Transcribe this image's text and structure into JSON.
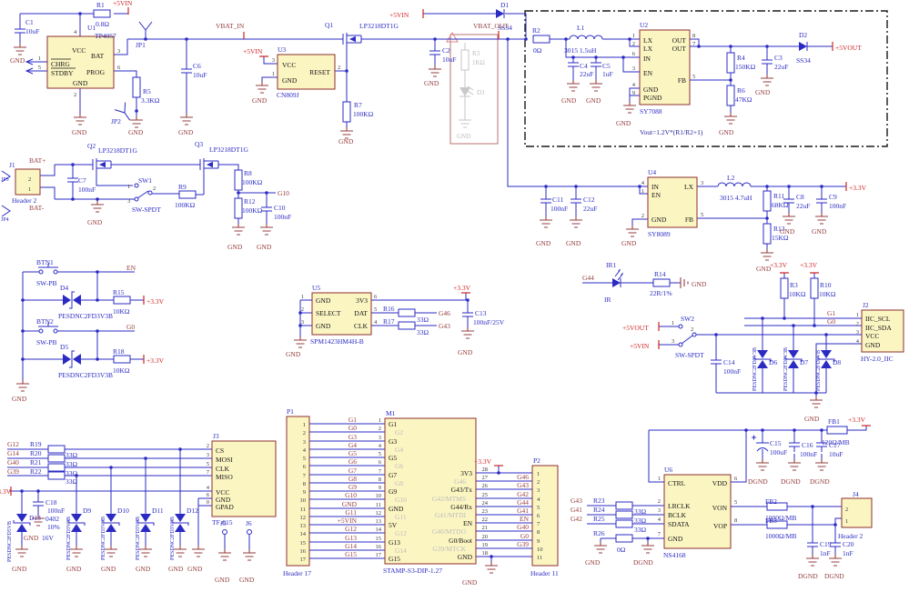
{
  "sym": {
    "gnd": "GND",
    "dgnd": "DGND",
    "v33": "+3.3V",
    "v5in": "+5VIN",
    "v5out": "+5VOUT",
    "tvs33": "PESDNC2FD3V3B",
    "tvs5": "PESDNC2FD5VB",
    "r33": "33Ω",
    "swspdt": "SW-SPDT",
    "swpb": "SW-PB",
    "lp": "LP3218DT1G",
    "k100": "100KΩ",
    "k10": "10KΩ",
    "n100": "100nF",
    "u22": "22uF",
    "u10": "10uF",
    "ss34": "SS34"
  },
  "charger": {
    "c1": "C1",
    "r1": "R1",
    "r1v": "0.8Ω",
    "u1": "U1",
    "u1p": "TP4057",
    "vcc": "VCC",
    "bat": "BAT",
    "prog": "PROG",
    "gnd": "GND",
    "chrg": "CHRG",
    "stdby": "STDBY",
    "p1": "1",
    "p5": "5",
    "p3": "3",
    "p6": "6",
    "p4": "4",
    "p2": "2",
    "jp1": "JP1",
    "jp2": "JP2",
    "r5": "R5",
    "r5v": "3.3KΩ",
    "c6": "C6",
    "vbat_in": "VBAT_IN"
  },
  "reset": {
    "u3": "U3",
    "u3p": "CN809J",
    "vcc": "VCC",
    "gnd": "GND",
    "rst": "RESET",
    "p3": "3",
    "p1": "1",
    "p2": "2",
    "r7": "R7"
  },
  "q1": {
    "ref": "Q1"
  },
  "pass": {
    "d1": "D1",
    "c2": "C2",
    "vbat_out": "VBAT_OUT",
    "r3": "R3",
    "r3v": "1KΩ",
    "d3": "D3"
  },
  "boost": {
    "r2": "R2",
    "r2v": "0Ω",
    "l1": "L1",
    "l1v": "3015 1.5uH",
    "u2": "U2",
    "u2p": "SY7088",
    "lx": "LX",
    "in": "IN",
    "en": "EN",
    "gnd": "GND",
    "pgnd": "PGND",
    "out": "OUT",
    "fb": "FB",
    "p1": "1",
    "p2": "2",
    "p6": "6",
    "p3": "3",
    "p4": "4",
    "p9": "9",
    "p8": "8",
    "p7": "7",
    "p5": "5",
    "c4": "C4",
    "c5": "C5",
    "c5v": "1uF",
    "r4": "R4",
    "r4v": "150KΩ",
    "r6": "R6",
    "r6v": "47KΩ",
    "c3": "C3",
    "d2": "D2",
    "note": "Vout=1.2V*(R1/R2+1)"
  },
  "battery": {
    "j1": "J1",
    "hdr2": "Header 2",
    "p2": "2",
    "p1": "1",
    "jp3": "JP3",
    "jp4": "JP4",
    "batp": "BAT+",
    "batm": "BAT-",
    "c7": "C7",
    "q2": "Q2",
    "q3": "Q3",
    "sw1": "SW1",
    "s1": "1",
    "s2": "2",
    "s3": "3",
    "r9": "R9",
    "r8": "R8",
    "r12": "R12",
    "c10": "C10",
    "g10": "G10"
  },
  "buttons": {
    "btn1": "BTN1",
    "btn2": "BTN2",
    "d4": "D4",
    "d5": "D5",
    "r15": "R15",
    "r18": "R18",
    "en": "EN",
    "g0": "G0"
  },
  "mic": {
    "u5": "U5",
    "u5p": "SPM1423HM4H-B",
    "gnd": "GND",
    "sel": "SELECT",
    "v3": "3V3",
    "dat": "DAT",
    "clk": "CLK",
    "p1": "1",
    "p2": "2",
    "p3": "3",
    "p6": "6",
    "p5": "5",
    "p4": "4",
    "r16": "R16",
    "r17": "R17",
    "g46": "G46",
    "g43": "G43",
    "c13": "C13",
    "c13v": "100nF/25V"
  },
  "buck": {
    "u4": "U4",
    "u4p": "SY8089",
    "in": "IN",
    "en": "EN",
    "gnd": "GND",
    "lx": "LX",
    "fb": "FB",
    "p4": "4",
    "p1": "1",
    "p2": "2",
    "p3": "3",
    "p5": "5",
    "c11": "C11",
    "c12": "C12",
    "l2": "L2",
    "l2v": "3015 4.7uH",
    "r11": "R11",
    "r11v": "68KΩ",
    "r13": "R13",
    "r13v": "15KΩ",
    "c8": "C8",
    "c9": "C9"
  },
  "ir": {
    "ir1": "IR1",
    "ir": "IR",
    "g44": "G44",
    "r14": "R14",
    "r14v": "22R/1%"
  },
  "i2c": {
    "sw2": "SW2",
    "s1": "1",
    "s2": "2",
    "s3": "3",
    "r3": "R3",
    "r10": "R10",
    "g1": "G1",
    "g0": "G0",
    "j2": "J2",
    "j2p": "HY-2.0_IIC",
    "scl": "IIC_SCL",
    "sda": "IIC_SDA",
    "vcc": "VCC",
    "gnd": "GND",
    "p1": "1",
    "p2": "2",
    "p3": "3",
    "p4": "4",
    "c14": "C14",
    "d6": "D6",
    "d7": "D7",
    "d8": "D8"
  },
  "tf": {
    "g12": "G12",
    "g14": "G14",
    "g40": "G40",
    "g39": "G39",
    "r19": "R19",
    "r20": "R20",
    "r21": "R21",
    "r22": "R22",
    "j3": "J3",
    "j3p": "TF-015",
    "cs": "CS",
    "mosi": "MOSI",
    "clk": "CLK",
    "miso": "MISO",
    "vcc": "VCC",
    "gnd": "GND",
    "gpad": "GPAD",
    "p2": "2",
    "p3": "3",
    "p5": "5",
    "p7": "7",
    "p4": "4",
    "p6": "6",
    "p0": "0",
    "c18": "C18",
    "c18a": "0402",
    "c18b": "10%",
    "c18c": "16V",
    "d13": "D13",
    "d9": "D9",
    "d10": "D10",
    "d11": "D11",
    "d12": "D12",
    "j5": "J5",
    "j6": "J6"
  },
  "mcu": {
    "p1": "P1",
    "p1p": "Header 17",
    "m1": "M1",
    "m1p": "STAMP-S3-DIP-1.27",
    "p2": "P2",
    "p2p": "Header 11",
    "nums17": [
      "1",
      "2",
      "3",
      "4",
      "5",
      "6",
      "7",
      "8",
      "9",
      "10",
      "11",
      "12",
      "13",
      "14",
      "15",
      "16",
      "17"
    ],
    "p1nets": [
      "G1",
      "G0",
      "G3",
      "G4",
      "G5",
      "G6",
      "G7",
      "G8",
      "G9",
      "G10",
      "GND",
      "G11",
      "+5VIN",
      "G12",
      "G13",
      "G14",
      "G15"
    ],
    "m1left": [
      "G1",
      "G2",
      "G3",
      "G4",
      "G5",
      "G6",
      "G7",
      "G8",
      "G9",
      "G10",
      "GND",
      "G11",
      "5V",
      "G12",
      "G13",
      "G14",
      "G15"
    ],
    "m1right": [
      "3V3",
      "G46",
      "G43/Tx",
      "G42/MTMS",
      "G44/Rx",
      "G41/MTDI",
      "EN",
      "G40/MTDO",
      "G0/Boot",
      "G39/MTCK",
      "GND"
    ],
    "m1rnums": [
      "28",
      "27",
      "26",
      "25",
      "24",
      "23",
      "22",
      "21",
      "20",
      "19",
      "18"
    ],
    "p2nums": [
      "1",
      "2",
      "3",
      "4",
      "5",
      "6",
      "7",
      "8",
      "9",
      "10",
      "11"
    ],
    "p2nets": [
      "G46",
      "G43",
      "G42",
      "G44",
      "G41",
      "EN",
      "G40",
      "G0",
      "G39"
    ]
  },
  "audio": {
    "g43": "G43",
    "g41": "G41",
    "g42": "G42",
    "r23": "R23",
    "r24": "R24",
    "r25": "R25",
    "r26": "R26",
    "r26v": "0Ω",
    "u6": "U6",
    "u6p": "NS4168",
    "ctrl": "CTRL",
    "lrclk": "LRCLK",
    "bclk": "BCLK",
    "sdata": "SDATA",
    "gnd": "GND",
    "vdd": "VDD",
    "von": "VON",
    "vop": "VOP",
    "p1": "1",
    "p2": "2",
    "p3": "3",
    "p4": "4",
    "p7": "7",
    "p6": "6",
    "p5": "5",
    "p8": "8",
    "fb1": "FB1",
    "fb1v": "120Ω/MB",
    "c15": "C15",
    "c15v": "100uF",
    "c16": "C16",
    "c17": "C17",
    "fb2": "FB2",
    "fb3": "FB3",
    "fbv": "1000Ω/MB",
    "c19": "C19",
    "c20": "C20",
    "cv": "1nF",
    "j4": "J4",
    "j4p": "Header 2",
    "jp2": "2",
    "jp1": "1"
  }
}
